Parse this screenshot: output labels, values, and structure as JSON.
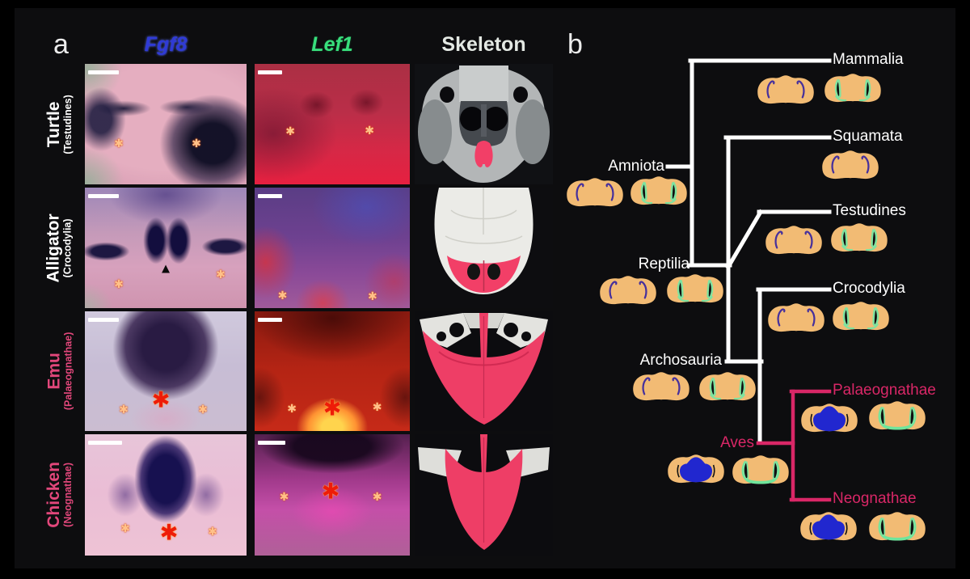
{
  "figure": {
    "panel_a": {
      "label": "a",
      "column_headers": [
        {
          "text": "Fgf8",
          "color": "#2f3ad6"
        },
        {
          "text": "Lef1",
          "color": "#38df7c"
        },
        {
          "text": "Skeleton",
          "color": "#e3e8e3"
        }
      ],
      "rows": [
        {
          "name": "Turtle",
          "subtitle": "(Testudines)",
          "label_color": "#ffffff"
        },
        {
          "name": "Alligator",
          "subtitle": "(Crocodylia)",
          "label_color": "#ffffff"
        },
        {
          "name": "Emu",
          "subtitle": "(Palaeognathae)",
          "label_color": "#e2477b"
        },
        {
          "name": "Chicken",
          "subtitle": "(Neognathae)",
          "label_color": "#e2477b"
        }
      ],
      "annotations": {
        "asterisk_small": "✱",
        "asterisk_large": "✱",
        "arrowhead": "▲"
      },
      "skeleton_highlight_color": "#ee3e66"
    },
    "panel_b": {
      "label": "b",
      "clade_labels": {
        "amniota": "Amniota",
        "reptilia": "Reptilia",
        "archosauria": "Archosauria",
        "aves": "Aves"
      },
      "taxon_labels": {
        "mammalia": "Mammalia",
        "squamata": "Squamata",
        "testudines": "Testudines",
        "crocodylia": "Crocodylia",
        "palaeognathae": "Palaeognathae",
        "neognathae": "Neognathae"
      },
      "colors": {
        "tree_white": "#ffffff",
        "tree_pink": "#d92767",
        "jaw_tan": "#f2bb74",
        "fgf8_purple": "#46309c",
        "lef1_green": "#7fe3a0",
        "fgf8_expanded_blue": "#2127cf"
      }
    }
  }
}
